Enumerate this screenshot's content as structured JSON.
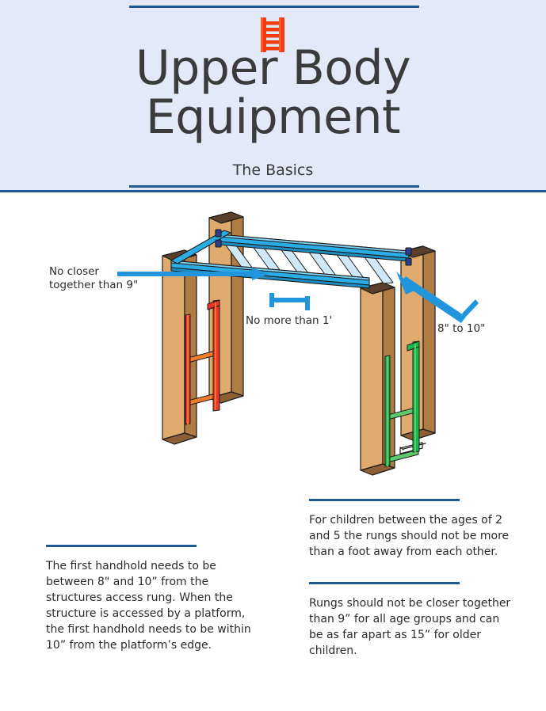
{
  "header": {
    "icon": "ladder-icon",
    "title_line1": "Upper Body",
    "title_line2": "Equipment",
    "subtitle": "The Basics",
    "background_color": "#e3e9f6",
    "rule_color": "#1d5a96"
  },
  "illustration": {
    "name": "monkey-bars-isometric-diagram",
    "colors": {
      "rail_blue": "#29ade4",
      "rail_blue_dark": "#1b8ec4",
      "rung_light": "#bfe4f7",
      "arrow_blue": "#2196dd",
      "post_face_light": "#e0aa6e",
      "post_face_mid": "#cf9255",
      "post_face_dark": "#a9763f",
      "post_cap": "#5a3f2a",
      "ladder_red_rail": "#f0312a",
      "ladder_red_rung": "#f07b2a",
      "ladder_green_rail": "#16b94e",
      "ladder_green_rung": "#5fc96a",
      "outline": "#1c1c1c"
    },
    "callouts": [
      {
        "id": "no-closer-than-9",
        "text": "No closer\ntogether than 9\""
      },
      {
        "id": "no-more-than-1ft",
        "text": "No more than 1'"
      },
      {
        "id": "eight-to-ten",
        "text": "8\" to 10\""
      }
    ]
  },
  "bottom": {
    "left_blocks": [
      {
        "id": "first-handhold",
        "text": "The first handhold needs to be between 8\" and 10” from the structures access rung. When the structure is accessed by a platform, the first handhold needs to be within 10” from the platform’s edge."
      }
    ],
    "right_blocks": [
      {
        "id": "ages-2-to-5",
        "text": "For children between the ages of 2 and 5 the rungs should not be more than a foot away from each other."
      },
      {
        "id": "rung-spacing",
        "text": "Rungs should not be closer together than 9” for all age groups and can be as far apart as 15” for older children."
      }
    ]
  }
}
